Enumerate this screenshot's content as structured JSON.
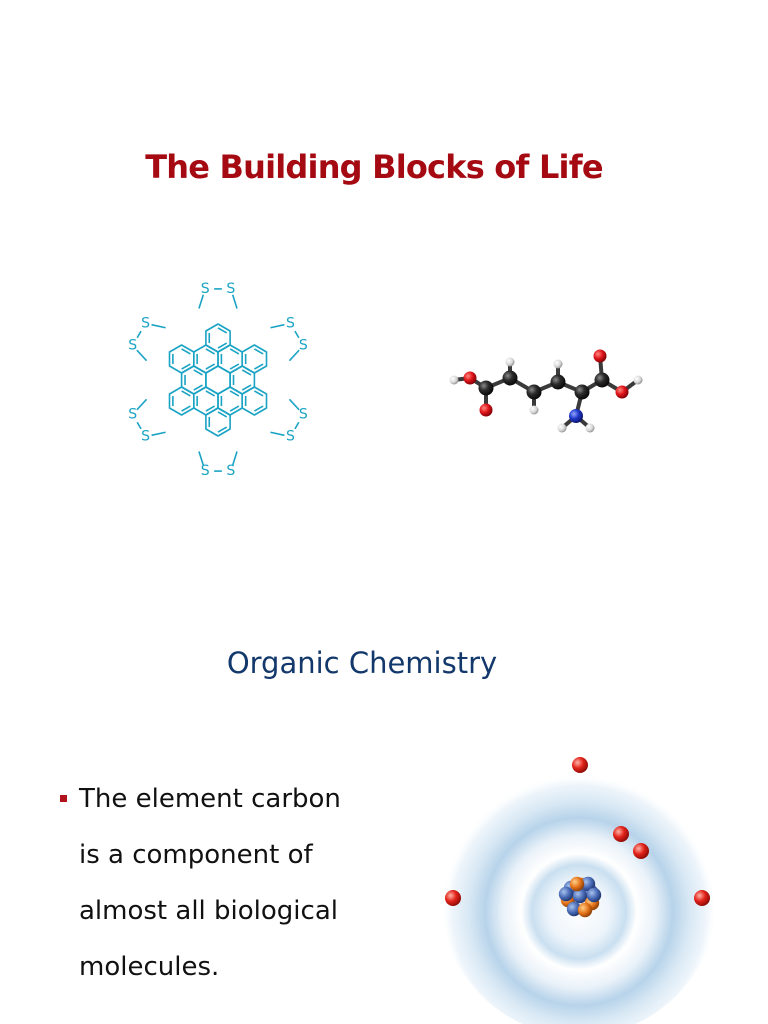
{
  "slide": {
    "title": "The Building Blocks of Life",
    "subtitle": "Organic Chemistry",
    "bullet": {
      "lines": [
        "The element carbon",
        "is a component of",
        "almost all biological",
        "molecules."
      ]
    },
    "images": {
      "sulfur_molecule": {
        "icon": "sulfur-ring-molecule-icon",
        "atom_labels": [
          "S"
        ],
        "color": "#1aa3c4"
      },
      "ball_stick_molecule": {
        "icon": "ball-and-stick-molecule-icon"
      },
      "atom_model": {
        "icon": "carbon-atom-model-icon"
      }
    }
  },
  "colors": {
    "title": "#a50a12",
    "subtitle": "#13386b",
    "bullet_marker": "#b0131c",
    "body_text": "#111111"
  }
}
